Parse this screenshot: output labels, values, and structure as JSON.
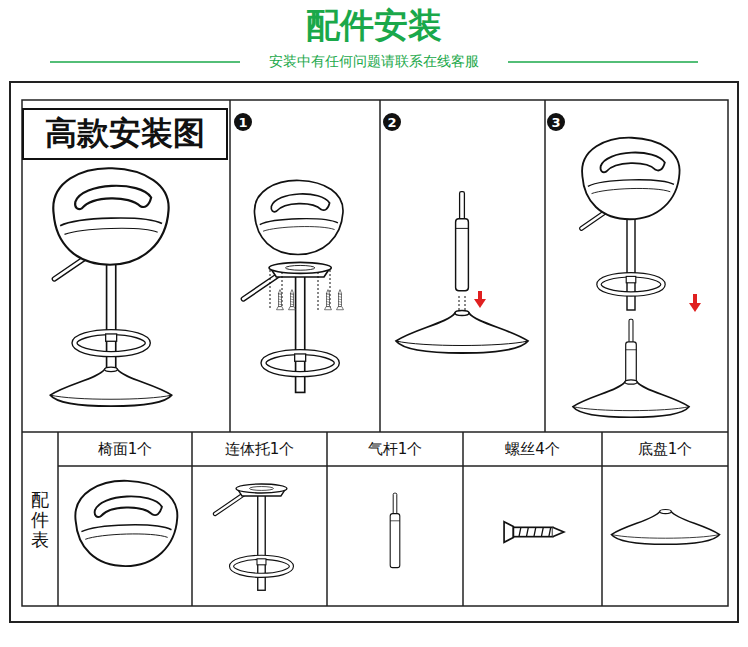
{
  "diagram": {
    "title": "配件安装",
    "nodes": [
      {
        "text": [
          "高款安装图"
        ]
      }
    ],
    "labels": [
      "安装中有任何问题请联系在线客服",
      "1",
      "2",
      "3",
      "配件表",
      "椅面1个",
      "连体托1个",
      "气杆1个",
      "螺丝4个",
      "底盘1个"
    ]
  }
}
